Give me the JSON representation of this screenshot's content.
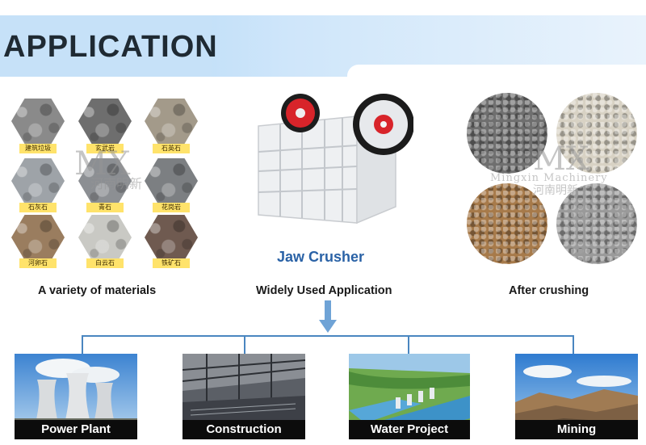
{
  "banner": {
    "title": "APPLICATION"
  },
  "materials": {
    "caption": "A variety of materials",
    "items": [
      {
        "label": "建筑垃圾",
        "color": "#8a8a8a"
      },
      {
        "label": "玄武岩",
        "color": "#6e6e6e"
      },
      {
        "label": "石英石",
        "color": "#a39a8a"
      },
      {
        "label": "石灰石",
        "color": "#9ea3a8"
      },
      {
        "label": "青石",
        "color": "#8c8f93"
      },
      {
        "label": "花岗岩",
        "color": "#7c7f82"
      },
      {
        "label": "河卵石",
        "color": "#9a7d5f"
      },
      {
        "label": "白云石",
        "color": "#c9c9c4"
      },
      {
        "label": "铁矿石",
        "color": "#6f5a50"
      }
    ]
  },
  "machine": {
    "title": "Jaw Crusher",
    "caption": "Widely Used Application"
  },
  "products": {
    "caption": "After crushing",
    "colors": [
      "#6f6f6f",
      "#d8d2c4",
      "#a77a4a",
      "#9a9a9a"
    ]
  },
  "watermark": {
    "brand": "MX",
    "subtitle": "Mingxin Machinery",
    "chinese": "河南明新"
  },
  "applications": [
    {
      "label": "Power Plant"
    },
    {
      "label": "Construction"
    },
    {
      "label": "Water Project"
    },
    {
      "label": "Mining"
    }
  ],
  "colors": {
    "accent": "#2a62a6",
    "tree_line": "#4a86c0",
    "banner": "#a9d3f5"
  }
}
